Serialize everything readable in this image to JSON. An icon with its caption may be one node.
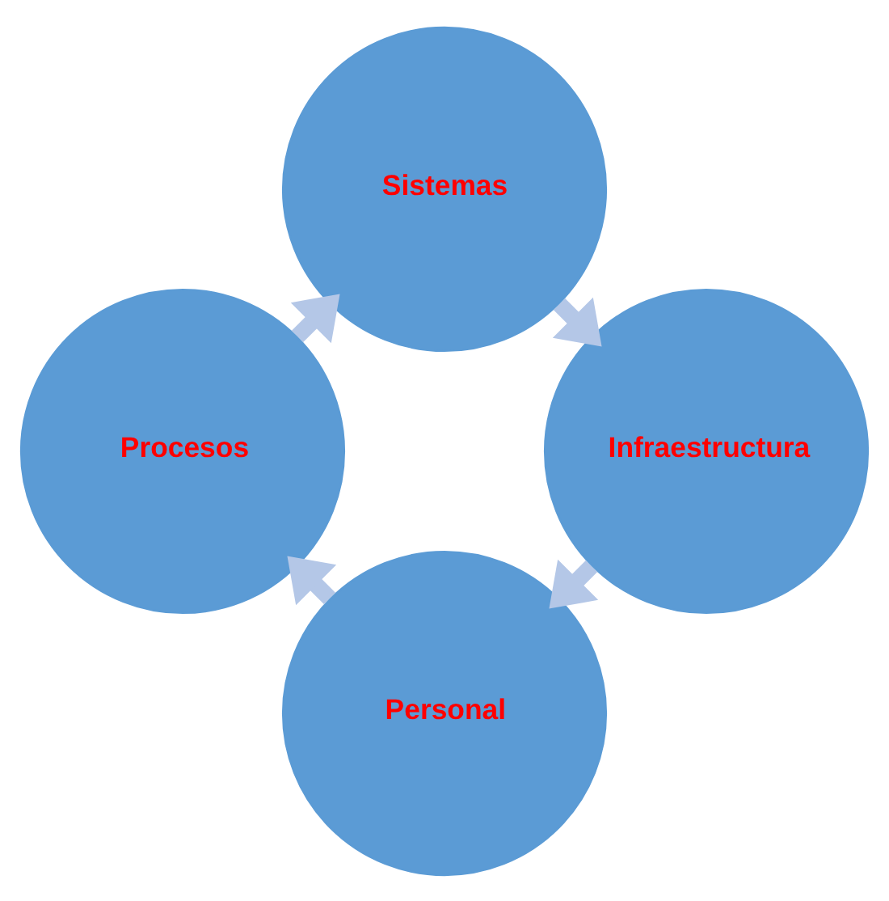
{
  "diagram": {
    "nodes": [
      {
        "text": [
          "Personal"
        ]
      },
      {
        "text": [
          "Procesos"
        ]
      },
      {
        "text": [
          "Sistemas"
        ]
      },
      {
        "text": [
          "Infraestructura"
        ]
      }
    ],
    "edges": [
      {
        "from": 0,
        "to": 1,
        "arrow": "to"
      },
      {
        "from": 1,
        "to": 2,
        "arrow": "to"
      },
      {
        "from": 2,
        "to": 3,
        "arrow": "to"
      },
      {
        "from": 3,
        "to": 0,
        "arrow": "to"
      }
    ]
  }
}
